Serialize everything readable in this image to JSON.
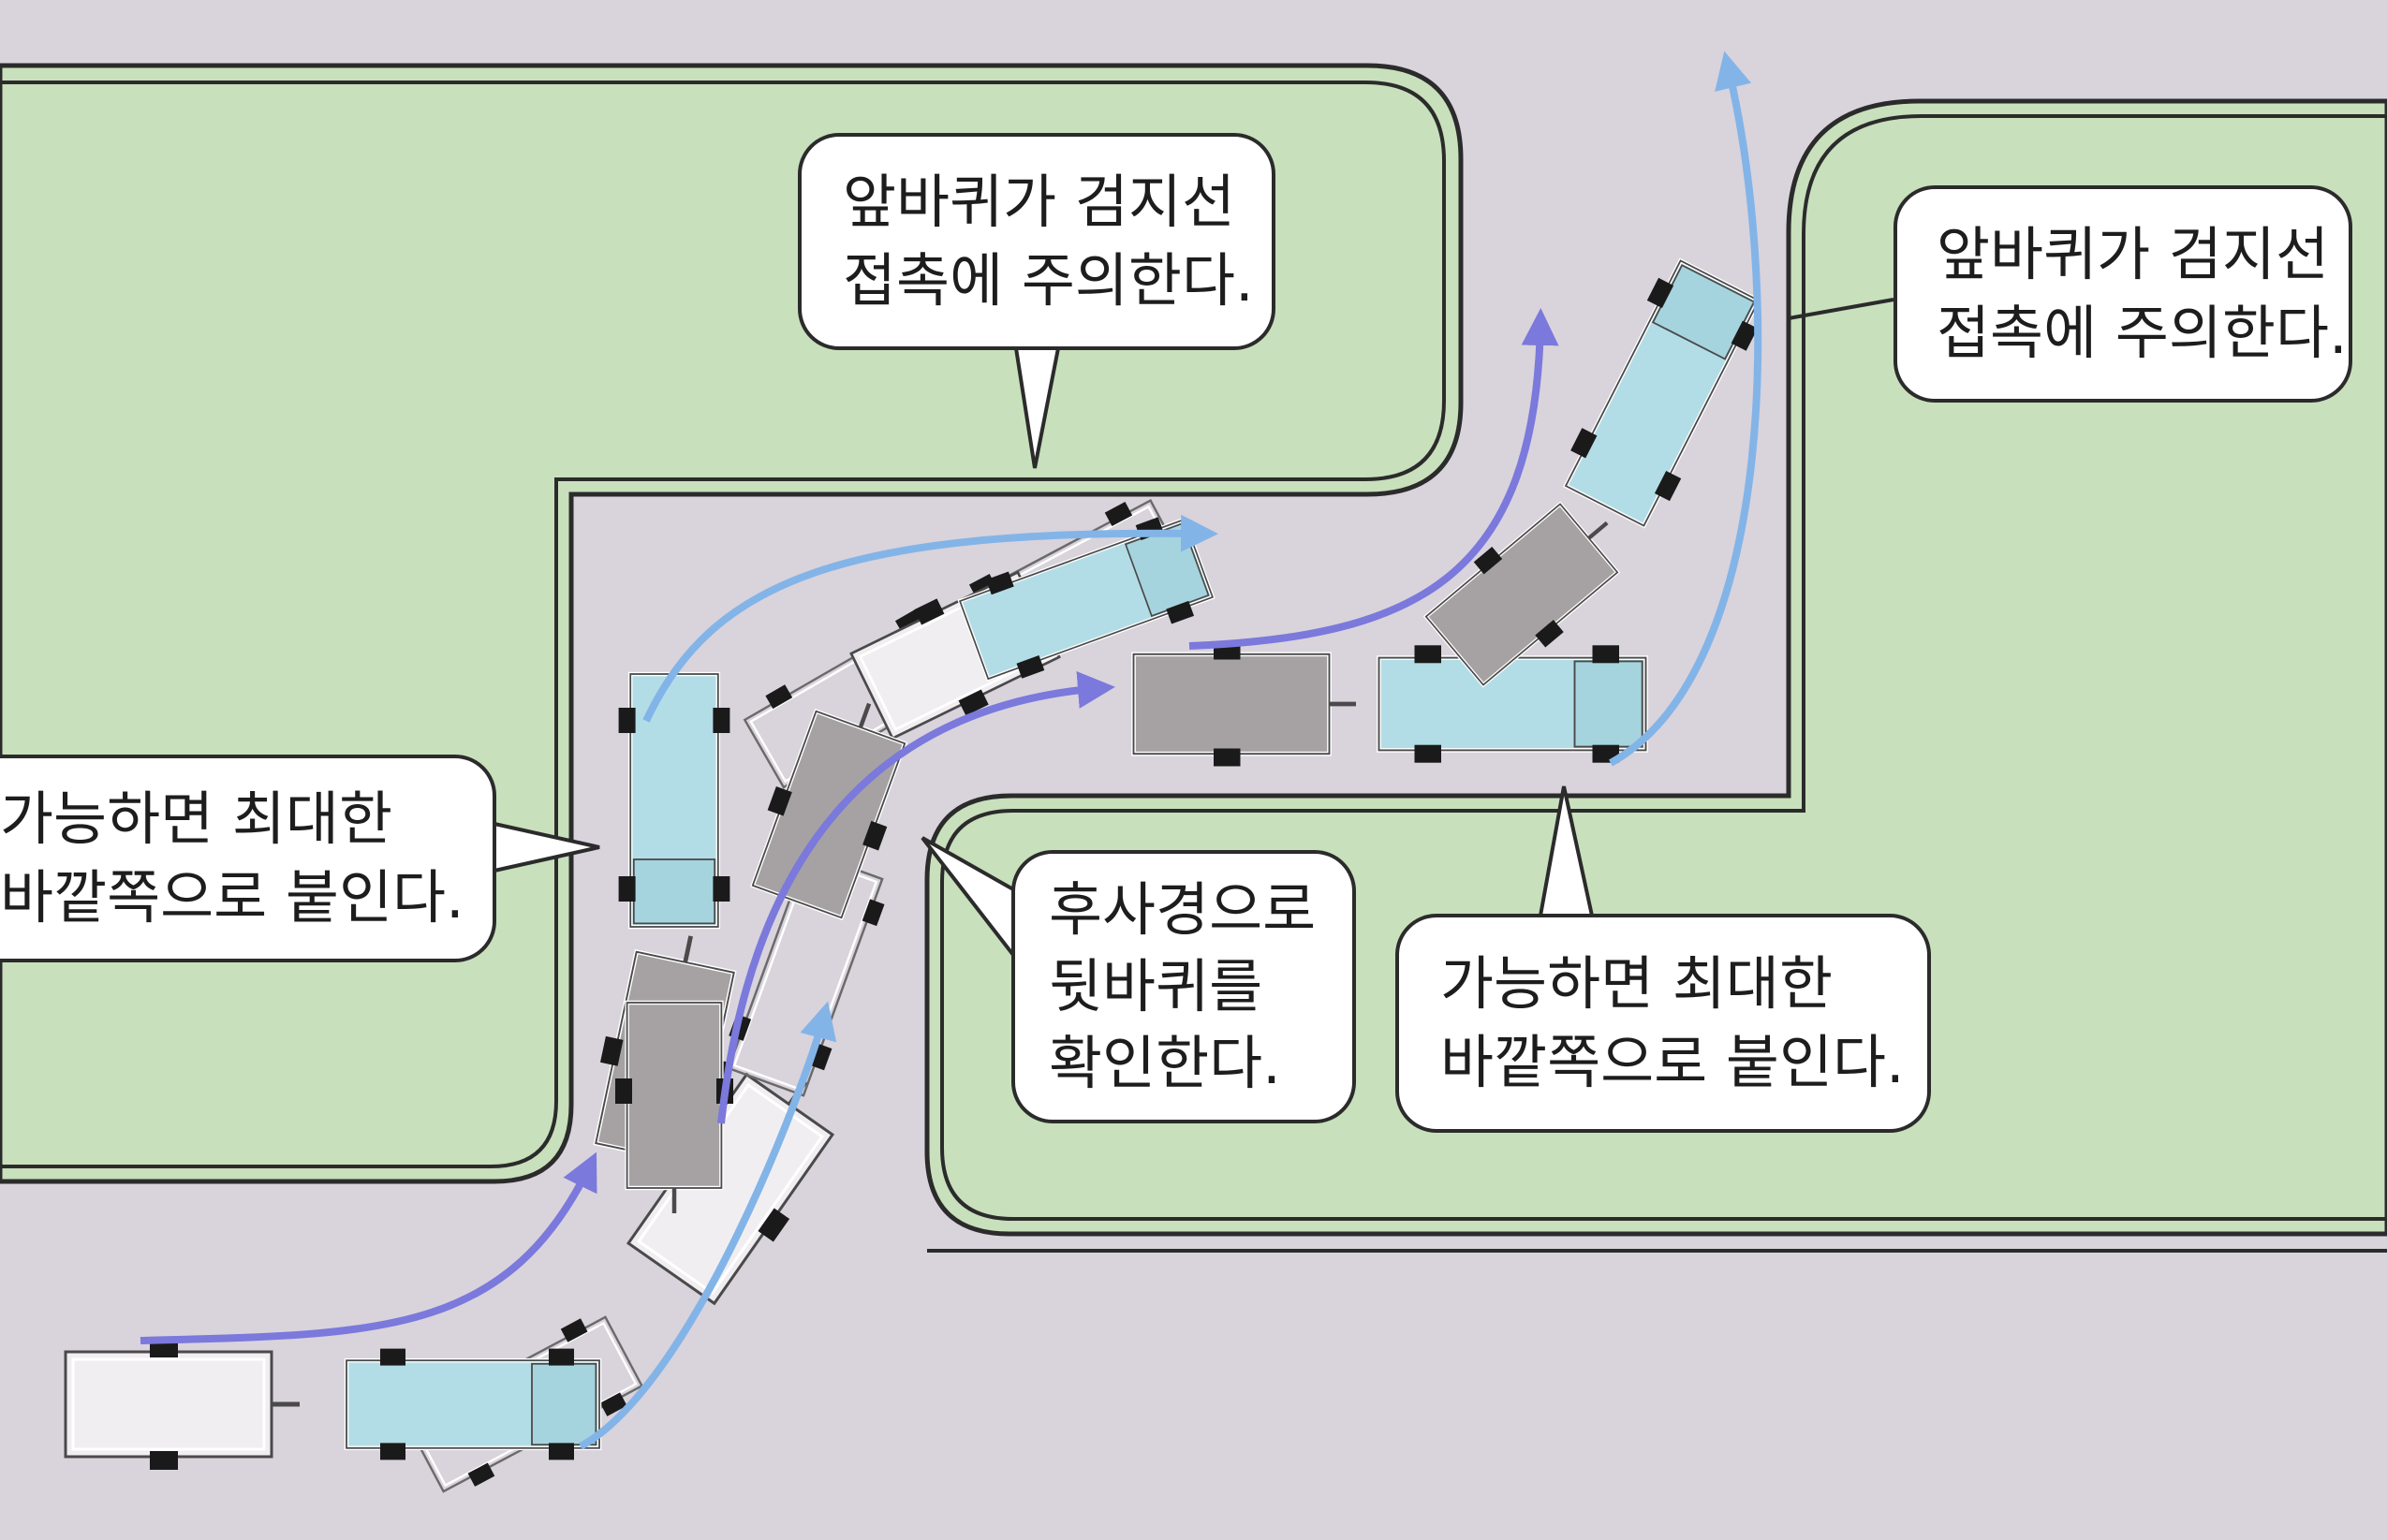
{
  "colors": {
    "road": "#d9d3dc",
    "grass": "#c8e0bc",
    "curb": "#2b2b2b",
    "truck_cab": "#b3dde6",
    "trailer_gray": "#a6a2a3",
    "trailer_outline": "#ffffff",
    "wheel": "#1a1a1a",
    "arrow_dark": "#7b79dc",
    "arrow_light": "#83b4e8",
    "callout_bg": "#ffffff"
  },
  "callouts": {
    "front_wheel_center": {
      "line1": "앞바퀴가 검지선",
      "line2": "접촉에 주의한다."
    },
    "front_wheel_right": {
      "line1": "앞바퀴가 검지선",
      "line2": "접촉에 주의한다."
    },
    "outer_left": {
      "line1": "가능하면 최대한",
      "line2": "바깥쪽으로 붙인다."
    },
    "mirror": {
      "line1": "후사경으로",
      "line2": "뒷바퀴를",
      "line3": "확인한다."
    },
    "outer_bottom": {
      "line1": "가능하면 최대한",
      "line2": "바깥쪽으로 붙인다."
    }
  },
  "icons": {
    "truck": "truck-icon",
    "trailer": "trailer-icon",
    "path_arrow": "arrow-icon"
  }
}
